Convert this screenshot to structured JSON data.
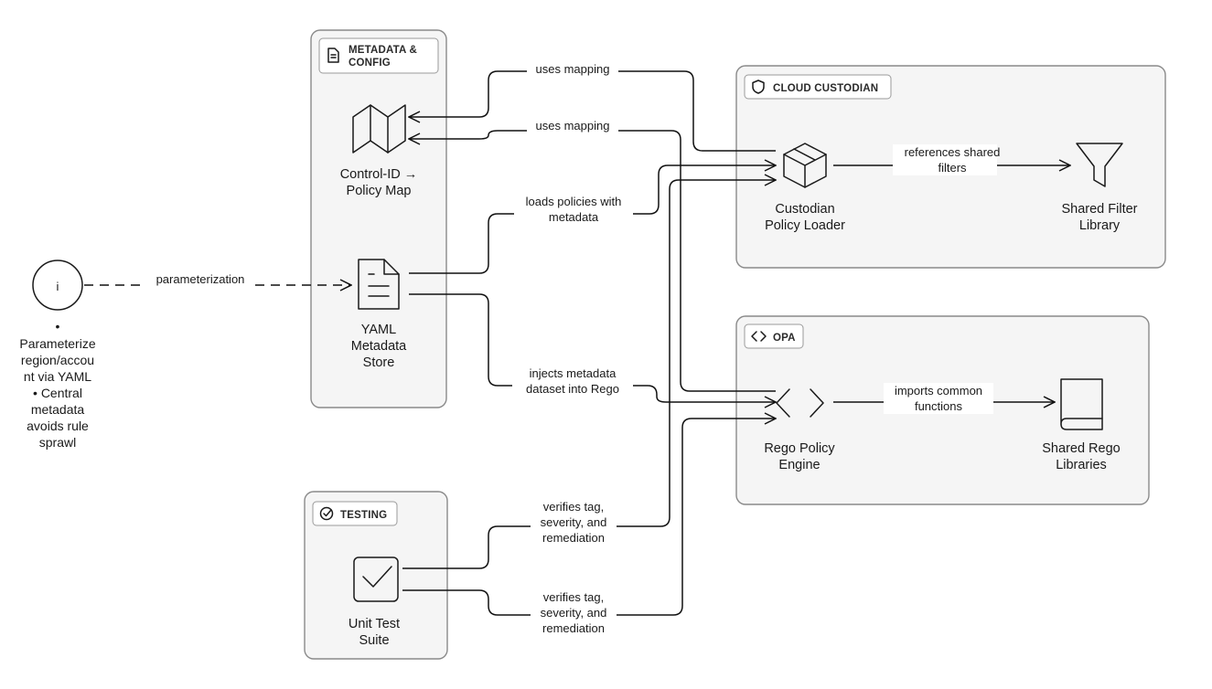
{
  "groups": {
    "metadata": {
      "label_line1": "METADATA &",
      "label_line2": "CONFIG",
      "icon": "document-icon"
    },
    "custodian": {
      "label": "CLOUD CUSTODIAN",
      "icon": "shield-icon"
    },
    "opa": {
      "label": "OPA",
      "icon": "code-brackets-icon"
    },
    "testing": {
      "label": "TESTING",
      "icon": "check-circle-icon"
    }
  },
  "nodes": {
    "policy_map": {
      "line1": "Control-ID →",
      "line2": "Policy Map",
      "icon": "map-icon"
    },
    "yaml_store": {
      "line1": "YAML",
      "line2": "Metadata",
      "line3": "Store",
      "icon": "document-icon"
    },
    "custodian_loader": {
      "line1": "Custodian",
      "line2": "Policy Loader",
      "icon": "package-icon"
    },
    "shared_filter": {
      "line1": "Shared Filter",
      "line2": "Library",
      "icon": "filter-icon"
    },
    "rego_engine": {
      "line1": "Rego Policy",
      "line2": "Engine",
      "icon": "code-brackets-icon"
    },
    "shared_rego": {
      "line1": "Shared Rego",
      "line2": "Libraries",
      "icon": "book-icon"
    },
    "unit_test": {
      "line1": "Unit Test",
      "line2": "Suite",
      "icon": "checkbox-icon"
    },
    "info": {
      "glyph": "i",
      "icon": "info-icon"
    }
  },
  "note": {
    "lines": [
      "•",
      "Parameterize",
      "region/accou",
      "nt via YAML",
      "• Central",
      "metadata",
      "avoids rule",
      "sprawl"
    ]
  },
  "edges": {
    "uses_mapping_1": "uses mapping",
    "uses_mapping_2": "uses mapping",
    "loads_policies": {
      "line1": "loads policies with",
      "line2": "metadata"
    },
    "injects_metadata": {
      "line1": "injects metadata",
      "line2": "dataset into Rego"
    },
    "references_filters": {
      "line1": "references shared",
      "line2": "filters"
    },
    "imports_functions": {
      "line1": "imports common",
      "line2": "functions"
    },
    "verifies_1": {
      "line1": "verifies tag,",
      "line2": "severity, and",
      "line3": "remediation"
    },
    "verifies_2": {
      "line1": "verifies tag,",
      "line2": "severity, and",
      "line3": "remediation"
    },
    "parameterization": "parameterization"
  }
}
